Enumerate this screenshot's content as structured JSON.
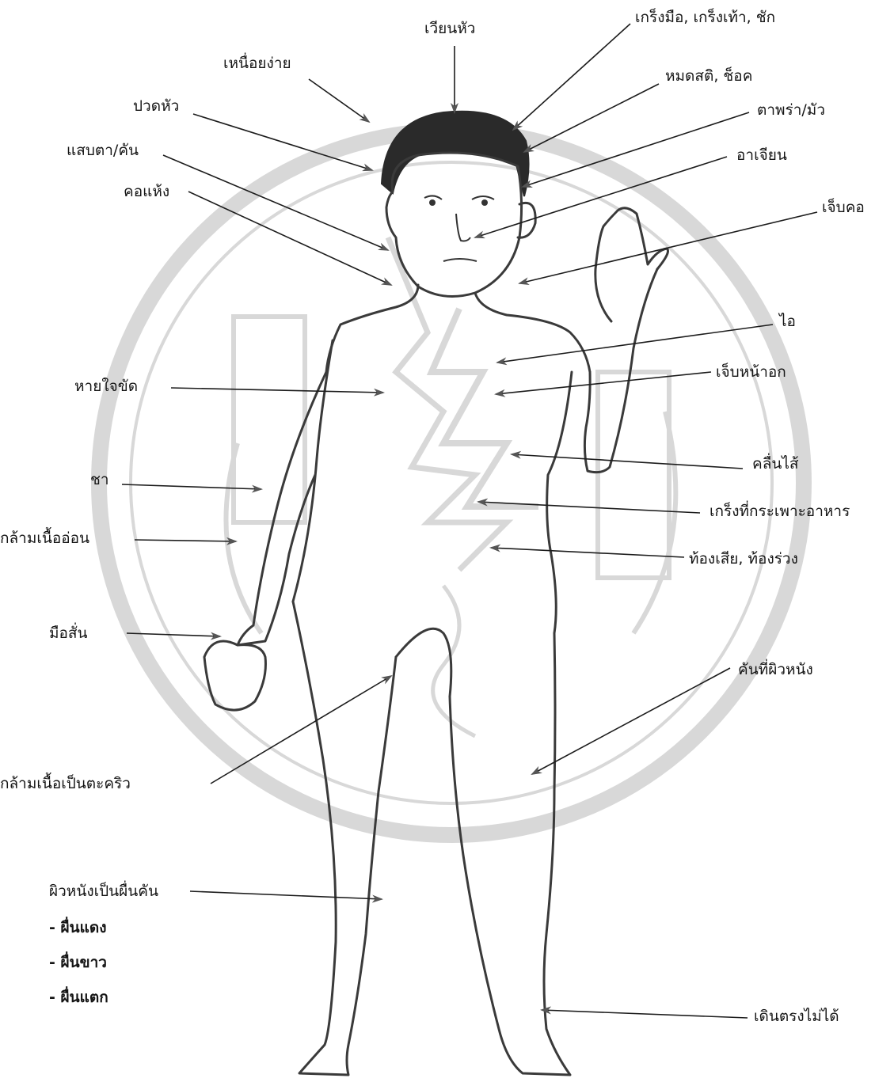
{
  "symptoms": {
    "dizziness": "เวียนหัว",
    "convulsions": "เกร็งมือ, เกร็งเท้า, ชัก",
    "fatigue": "เหนื่อยง่าย",
    "unconscious": "หมดสติ, ช็อค",
    "headache": "ปวดหัว",
    "blurred_vision": "ตาพร่า/มัว",
    "eye_irritation": "แสบตา/คัน",
    "nausea": "อาเจียน",
    "dry_throat": "คอแห้ง",
    "sore_throat": "เจ็บคอ",
    "cough": "ไอ",
    "short_breath": "หายใจขัด",
    "chest_pain": "เจ็บหน้าอก",
    "vomit_feeling": "คลื่นไส้",
    "numbness": "ชา",
    "stomach_cramp": "เกร็งที่กระเพาะอาหาร",
    "weak_muscle": "กล้ามเนื้ออ่อน",
    "diarrhea": "ท้องเสีย, ท้องร่วง",
    "tremor": "มือสั่น",
    "itchy_skin": "คันที่ผิวหนัง",
    "muscle_cramp": "กล้ามเนื้อเป็นตะคริว",
    "skin_rash": "ผิวหนังเป็นผื่นคัน",
    "rash_types": [
      "- ผื่นแดง",
      "- ผื่นขาว",
      "- ผื่นแตก"
    ],
    "cannot_walk": "เดินตรงไม่ได้"
  },
  "colors": {
    "ink": "#151515",
    "watermark": "#d8d8d8",
    "figure": "#3a3a3a",
    "hair": "#2a2a2a"
  }
}
